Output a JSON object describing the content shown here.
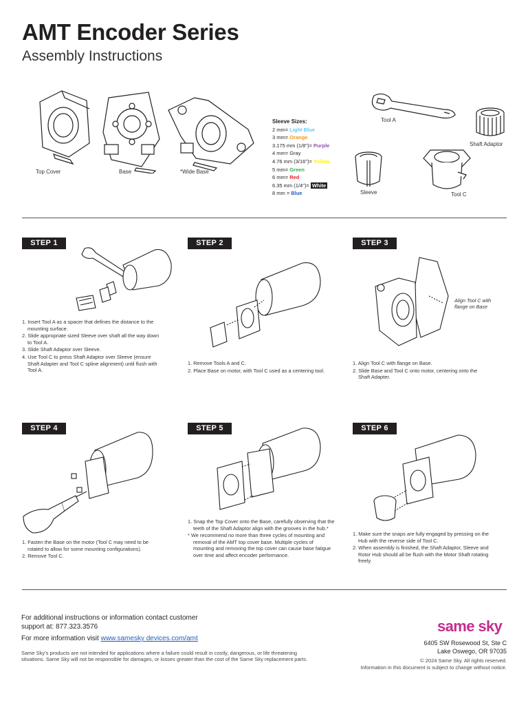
{
  "header": {
    "title": "AMT Encoder Series",
    "subtitle": "Assembly Instructions"
  },
  "parts": {
    "top_cover": "Top Cover",
    "base": "Base",
    "wide_base": "*Wide Base",
    "tool_a": "Tool A",
    "shaft_adaptor": "Shaft Adaptor",
    "sleeve": "Sleeve",
    "tool_c": "Tool C"
  },
  "sleeve_sizes": {
    "header": "Sleeve Sizes:",
    "items": [
      {
        "prefix": "2 mm= ",
        "color_name": "Light Blue",
        "color": "#5ec8f2"
      },
      {
        "prefix": "3 mm= ",
        "color_name": "Orange",
        "color": "#f7941d"
      },
      {
        "prefix": "3.175 mm (1/8\")= ",
        "color_name": "Purple",
        "color": "#8e4fb0"
      },
      {
        "prefix": "4 mm= ",
        "color_name": "Gray",
        "color": "#231f20"
      },
      {
        "prefix": "4.76 mm (3/16\")= ",
        "color_name": "Yellow",
        "color": "#fff200"
      },
      {
        "prefix": "5 mm= ",
        "color_name": "Green",
        "color": "#2faf4a"
      },
      {
        "prefix": "6 mm= ",
        "color_name": "Red",
        "color": "#e5202c"
      },
      {
        "prefix": "6.35 mm (1/4\")= ",
        "color_name": "White",
        "color": "#ffffff"
      },
      {
        "prefix": "8 mm = ",
        "color_name": "Blue",
        "color": "#1f5eb8"
      }
    ]
  },
  "steps": [
    {
      "label": "STEP 1",
      "items": [
        "1. Insert Tool A as a spacer that defines the distance to the mounting surface.",
        "2. Slide appropriate sized Sleeve over shaft all the way down to Tool A.",
        "3. Slide Shaft Adaptor over Sleeve.",
        "4. Use Tool C to press Shaft Adaptor over Sleeve (ensure Shaft Adapter and Tool C spline alignment) until flush with Tool A."
      ]
    },
    {
      "label": "STEP 2",
      "items": [
        "1. Remove Tools A and C.",
        "2. Place Base on motor, with Tool C used as a centering tool."
      ]
    },
    {
      "label": "STEP 3",
      "annotation": "Align Tool C with flange on Base",
      "items": [
        "1. Align Tool C with flange on Base.",
        "2. Slide Base and Tool C onto motor, centering onto the Shaft Adapter."
      ]
    },
    {
      "label": "STEP 4",
      "items": [
        "1. Fasten the Base on the motor (Tool C may need to be rotated to allow for some mounting configurations).",
        "2. Remove Tool C."
      ]
    },
    {
      "label": "STEP 5",
      "items": [
        "1. Snap the Top Cover onto the Base, carefully observing that the teeth of the Shaft Adaptor align with the grooves in the hub.*",
        "* We recommend no more than three cycles of mounting and removal of the AMT top cover base. Multiple cycles of mounting and removing the top cover can cause base fatigue over time and affect encoder performance."
      ]
    },
    {
      "label": "STEP 6",
      "items": [
        "1. Make sure the snaps are fully engaged by pressing on the Hub with the reverse side of Tool C.",
        "2. When assembly is finished, the Shaft Adaptor, Sleeve and Rotor Hub should all be flush with the Motor Shaft rotating freely."
      ]
    }
  ],
  "footer": {
    "contact_line1": "For additional instructions or information contact customer",
    "contact_line2": "support at: 877.323.3576",
    "web_prefix": "For more information visit ",
    "web_link": "www.samesky devices.com/amt",
    "disclaimer": "Same Sky's products are not intended for applications where a failure could result in costly, dangerous, or life threatening situations. Same Sky will not be responsible for damages, or losses greater than the cost of the Same Sky replacement parts.",
    "logo": "same sky",
    "address1": "6405 SW Rosewood St, Ste C",
    "address2": "Lake Oswego, OR 97035",
    "copyright1": "© 2024 Same Sky. All rights reserved.",
    "copyright2": "Information in this document is subject to change without notice."
  }
}
